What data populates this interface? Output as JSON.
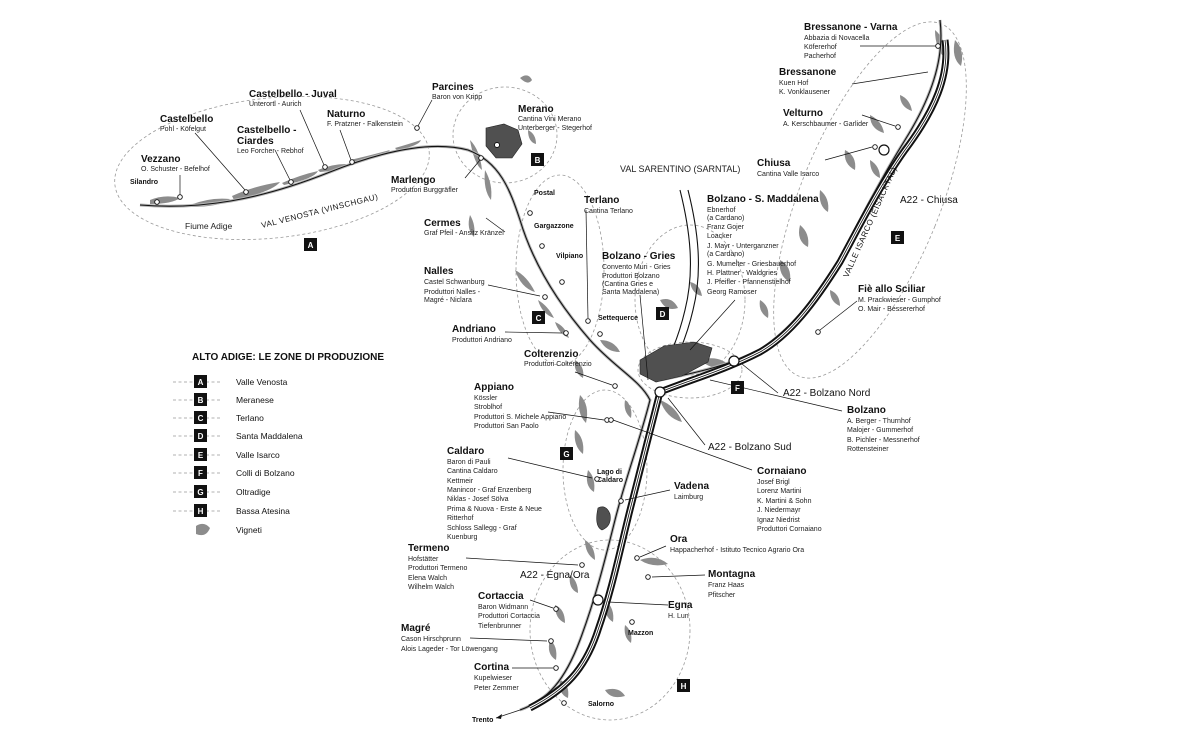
{
  "legend": {
    "title": "ALTO ADIGE: LE ZONE DI PRODUZIONE",
    "items": [
      {
        "letter": "A",
        "label": "Valle Venosta"
      },
      {
        "letter": "B",
        "label": "Meranese"
      },
      {
        "letter": "C",
        "label": "Terlano"
      },
      {
        "letter": "D",
        "label": "Santa Maddalena"
      },
      {
        "letter": "E",
        "label": "Valle Isarco"
      },
      {
        "letter": "F",
        "label": "Colli di Bolzano"
      },
      {
        "letter": "G",
        "label": "Oltradige"
      },
      {
        "letter": "H",
        "label": "Bassa Atesina"
      }
    ],
    "vineyards_label": "Vigneti"
  },
  "valleys": {
    "venosta": "VAL VENOSTA  (VINSCHGAU)",
    "isarco": "VALLE ISARCO (EISACKTAL)",
    "sarentino": "VAL SARENTINO (SARNTAL)",
    "river": "Fiume Adige"
  },
  "roads": {
    "chiusa": "A22 - Chiusa",
    "bolzano_nord": "A22 - Bolzano Nord",
    "bolzano_sud": "A22 - Bolzano Sud",
    "egna_ora": "A22 - Egna/Ora"
  },
  "small_places": {
    "silandro": "Silandro",
    "postal": "Postal",
    "gargazzone": "Gargazzone",
    "vilpiano": "Vilpiano",
    "settequerce": "Settequerce",
    "lago": "Lago di",
    "lago2": "Caldaro",
    "mazzon": "Mazzon",
    "salorno": "Salorno",
    "trento": "Trento"
  },
  "places": {
    "vezzano": {
      "name": "Vezzano",
      "lines": [
        "O. Schuster - Befelhof"
      ]
    },
    "castelbello": {
      "name": "Castelbello",
      "lines": [
        "Pohl - Köfelgut"
      ]
    },
    "castelbello_juval": {
      "name": "Castelbello - Juval",
      "lines": [
        "Unterortl - Aurich"
      ]
    },
    "castelbello_ciardes": {
      "name": "Castelbello -",
      "name2": "Ciardes",
      "lines": [
        "Leo Forcher - Rebhof"
      ]
    },
    "naturno": {
      "name": "Naturno",
      "lines": [
        "F. Pratzner - Falkenstein"
      ]
    },
    "parcines": {
      "name": "Parcines",
      "lines": [
        "Baron von Kripp"
      ]
    },
    "merano": {
      "name": "Merano",
      "lines": [
        "Cantina Vini Merano",
        "Unterberger - Stegerhof"
      ]
    },
    "marlengo": {
      "name": "Marlengo",
      "lines": [
        "Produttori Burggräfler"
      ]
    },
    "cermes": {
      "name": "Cermes",
      "lines": [
        "Graf Pfeil - Ansitz Kränzel"
      ]
    },
    "nalles": {
      "name": "Nalles",
      "lines": [
        "Castel Schwanburg",
        "Produttori Nalles -",
        "Magré - Niclara"
      ]
    },
    "andriano": {
      "name": "Andriano",
      "lines": [
        "Produttori Andriano"
      ]
    },
    "colterenzio": {
      "name": "Colterenzio",
      "lines": [
        "Produttori Colterenzio"
      ]
    },
    "terlano": {
      "name": "Terlano",
      "lines": [
        "Cantina Terlano"
      ]
    },
    "bolzano_gries": {
      "name": "Bolzano - Gries",
      "lines": [
        "Convento Muri - Gries",
        "Produttori Bolzano",
        "(Cantina Gries e",
        "Santa Maddalena)"
      ]
    },
    "bolzano_smaddalena": {
      "name": "Bolzano - S. Maddalena",
      "lines": [
        "Ebnerhof",
        "(a Cardano)",
        "Franz Gojer",
        "Loacker",
        "J. Mayr - Unterganzner",
        "(a Cardano)",
        "G. Mumelter - Griesbauerhof",
        "H. Plattner - Waldgries",
        "J. Pfeifler - Pfannenstielhof",
        "Georg Ramoser"
      ]
    },
    "bressanone_varna": {
      "name": "Bressanone - Varna",
      "lines": [
        "Abbazia di Novacella",
        "Köfererhof",
        "Pacherhof"
      ]
    },
    "bressanone": {
      "name": "Bressanone",
      "lines": [
        "Kuen Hof",
        "K. Vonklausener"
      ]
    },
    "velturno": {
      "name": "Velturno",
      "lines": [
        "A. Kerschbaumer - Garlider"
      ]
    },
    "chiusa": {
      "name": "Chiusa",
      "lines": [
        "Cantina Valle Isarco"
      ]
    },
    "fie": {
      "name": "Fiè allo Sciliar",
      "lines": [
        "M. Prackwieser - Gumphof",
        "O. Mair - Bessererhof"
      ]
    },
    "bolzano": {
      "name": "Bolzano",
      "lines": [
        "A. Berger - Thurnhof",
        "Malojer - Gummerhof",
        "B. Pichler - Messnerhof",
        "Rottensteiner"
      ]
    },
    "appiano": {
      "name": "Appiano",
      "lines": [
        "Kössler",
        "Stroblhof",
        "Produttori S. Michele Appiano",
        "Produttori San Paolo"
      ]
    },
    "caldaro": {
      "name": "Caldaro",
      "lines": [
        "Baron di Pauli",
        "Cantina Caldaro",
        "Kettmeir",
        "Manincor - Graf Enzenberg",
        "Niklas - Josef Sölva",
        "Prima & Nuova - Erste & Neue",
        "Ritterhof",
        "Schloss Sallegg - Graf",
        "Kuenburg"
      ]
    },
    "cornaiano": {
      "name": "Cornaiano",
      "lines": [
        "Josef Brigl",
        "Lorenz Martini",
        "K. Martini & Sohn",
        "J. Niedermayr",
        "Ignaz Niedrist",
        "Produttori Cornaiano"
      ]
    },
    "vadena": {
      "name": "Vadena",
      "lines": [
        "Laimburg"
      ]
    },
    "termeno": {
      "name": "Termeno",
      "lines": [
        "Hofstätter",
        "Produttori Termeno",
        "Elena Walch",
        "Wilhelm Walch"
      ]
    },
    "ora": {
      "name": "Ora",
      "lines": [
        "Happacherhof - Istituto Tecnico Agrario Ora"
      ]
    },
    "montagna": {
      "name": "Montagna",
      "lines": [
        "Franz Haas",
        "Pfitscher"
      ]
    },
    "cortaccia": {
      "name": "Cortaccia",
      "lines": [
        "Baron Widmann",
        "Produttori Cortaccia",
        "Tiefenbrunner"
      ]
    },
    "egna": {
      "name": "Egna",
      "lines": [
        "H. Lun"
      ]
    },
    "magre": {
      "name": "Magré",
      "lines": [
        "Cason Hirschprunn",
        "Alois Lageder - Tor Löwengang"
      ]
    },
    "cortina": {
      "name": "Cortina",
      "lines": [
        "Kupelwieser",
        "Peter Zemmer"
      ]
    }
  }
}
